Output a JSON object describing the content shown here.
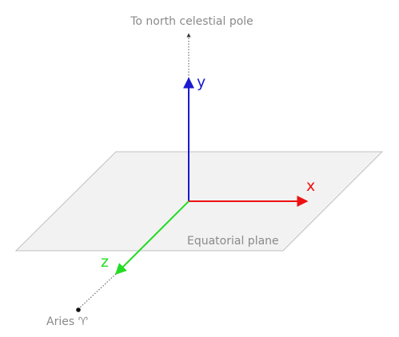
{
  "pole_label": "To north celestial pole",
  "plane_label": "Equatorial plane",
  "aries_label": "Aries ♈",
  "axes": {
    "x": "x",
    "y": "y",
    "z": "z"
  },
  "colors": {
    "x_axis": "#ee1111",
    "y_axis": "#1a1ad0",
    "z_axis": "#22dd22",
    "plane_fill": "#f2f2f2",
    "plane_stroke": "#c0c0c0",
    "label_gray": "#8a8a8a",
    "guide_dotted": "#555555"
  }
}
